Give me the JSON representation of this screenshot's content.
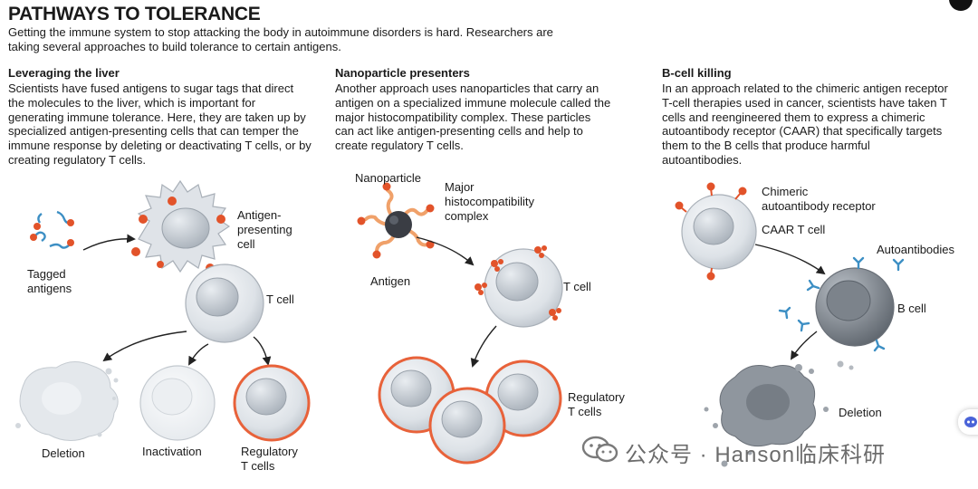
{
  "title": "PATHWAYS TO TOLERANCE",
  "intro": "Getting the immune system to stop attacking the body in autoimmune disorders is hard. Researchers are taking several approaches to build tolerance to certain antigens.",
  "columns": [
    {
      "heading": "Leveraging the liver",
      "text": "Scientists have fused antigens to sugar tags that direct the molecules to the liver, which is important for generating immune tolerance. Here, they are taken up by specialized antigen-presenting cells that can temper the immune response by deleting or deactivating T cells, or by creating regulatory T cells.",
      "labels": {
        "tagged_antigens": "Tagged\nantigens",
        "apc": "Antigen-\npresenting\ncell",
        "t_cell": "T cell",
        "deletion": "Deletion",
        "inactivation": "Inactivation",
        "regulatory": "Regulatory\nT cells"
      }
    },
    {
      "heading": "Nanoparticle presenters",
      "text": "Another approach uses nanoparticles that carry an antigen on a specialized immune molecule called the major histocompatibility complex. These particles can act like antigen-presenting cells and help to create regulatory T cells.",
      "labels": {
        "nanoparticle": "Nanoparticle",
        "mhc": "Major\nhistocompatibility\ncomplex",
        "antigen": "Antigen",
        "t_cell": "T cell",
        "regulatory": "Regulatory\nT cells"
      }
    },
    {
      "heading": "B-cell killing",
      "text": "In an approach related to the chimeric antigen receptor T-cell therapies used in cancer, scientists have taken T cells and reengineered them to express a chimeric autoantibody receptor (CAAR) that specifically targets them to the B cells that produce harmful autoantibodies.",
      "labels": {
        "chimeric": "Chimeric\nautoantibody receptor",
        "caar_t": "CAAR T cell",
        "autoantibodies": "Autoantibodies",
        "b_cell": "B cell",
        "deletion": "Deletion"
      }
    }
  ],
  "watermark": "公众号 · Hanson临床科研",
  "colors": {
    "antigen": "#e2532a",
    "regulatory_ring": "#e8623a",
    "antibody": "#3d8fc4",
    "nanoparticle": "#3a3d44",
    "mhc": "#f0a16a",
    "cell_fill": "#dfe3e8",
    "cell_stroke": "#a9b0b8",
    "b_cell_fill": "#8c939c"
  }
}
